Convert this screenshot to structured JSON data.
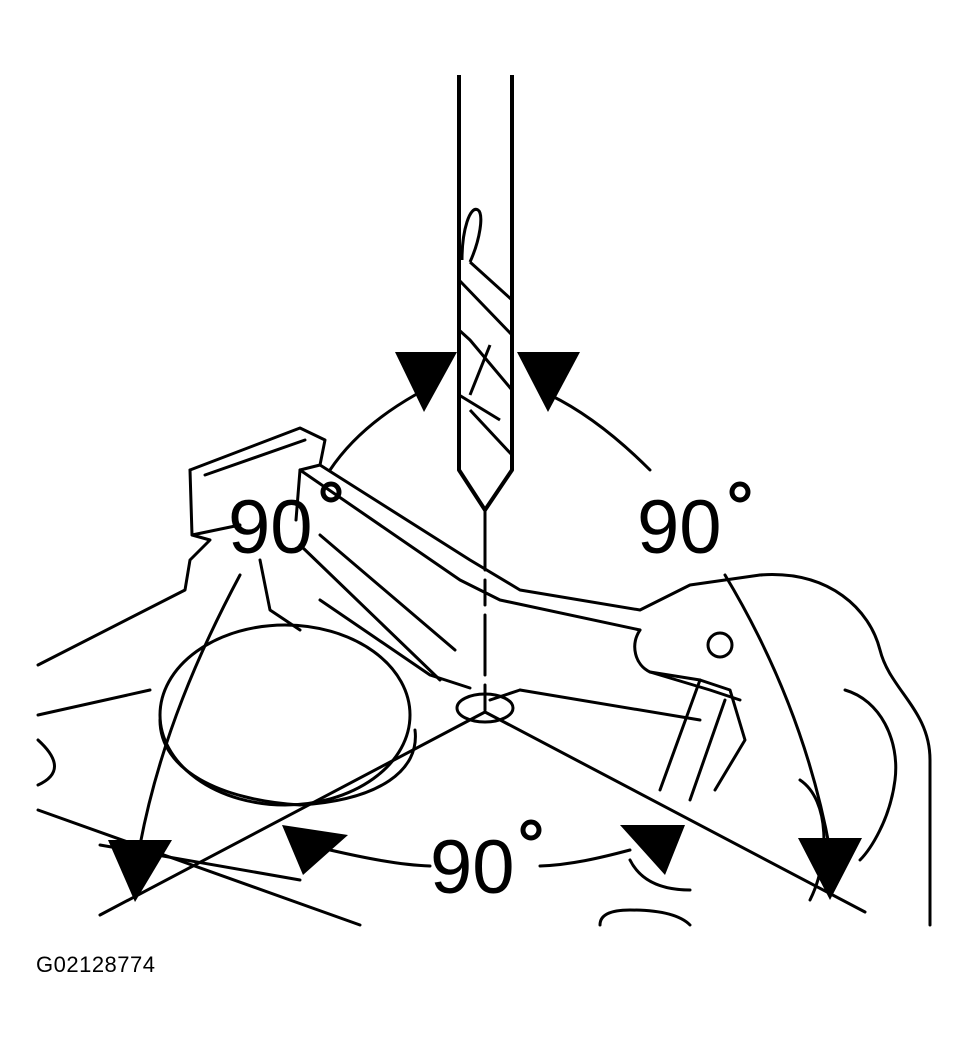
{
  "labels": {
    "angle_left": "90",
    "angle_right": "90",
    "angle_bottom": "90",
    "degree_symbol": "°"
  },
  "figure_id": "G02128774",
  "colors": {
    "ink": "#000000",
    "background": "#ffffff"
  },
  "icons": {
    "drill_bit": "drill-bit-icon",
    "arrowhead": "triangle-arrowhead"
  }
}
